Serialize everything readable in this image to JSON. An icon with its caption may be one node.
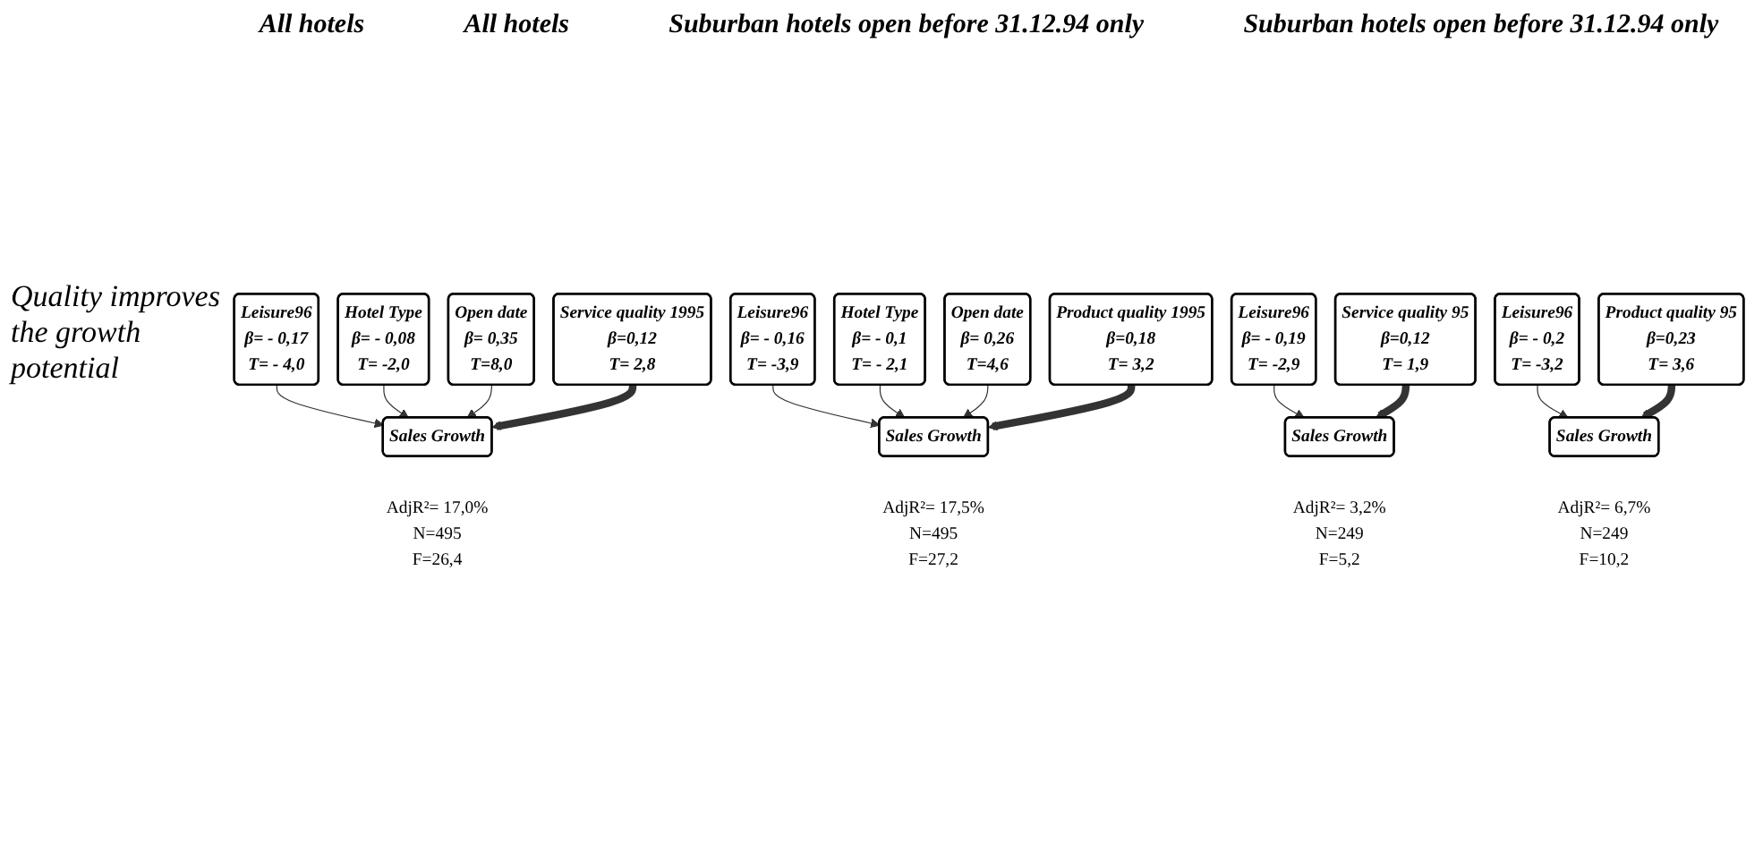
{
  "diagram": {
    "nodes": [
      {
        "text": [
          "Leisure96",
          "β= - 0,17",
          "T= - 4,0"
        ]
      },
      {
        "text": [
          "Hotel Type",
          "β=  - 0,08",
          "T= -2,0"
        ]
      },
      {
        "text": [
          "Open date",
          "β= 0,35",
          "T=8,0"
        ]
      },
      {
        "text": [
          "Service quality 1995",
          "β=0,12",
          "T= 2,8"
        ]
      },
      {
        "text": [
          "Sales Growth"
        ],
        "beside": [
          "AdjR²= 17,0%",
          "N=495",
          "F=26,4"
        ]
      },
      {
        "text": [
          "Leisure96",
          "β= - 0,16",
          "T= -3,9"
        ]
      },
      {
        "text": [
          "Hotel Type",
          "β= - 0,1",
          "T= - 2,1"
        ]
      },
      {
        "text": [
          "Open date",
          "β= 0,26",
          "T=4,6"
        ]
      },
      {
        "text": [
          "Product quality 1995",
          "β=0,18",
          "T= 3,2"
        ]
      },
      {
        "text": [
          "Sales Growth"
        ],
        "beside": [
          "AdjR²= 17,5%",
          "N=495",
          "F=27,2"
        ]
      },
      {
        "text": [
          "Leisure96",
          "β= - 0,19",
          "T= -2,9"
        ]
      },
      {
        "text": [
          "Service quality 95",
          "β=0,12",
          "T= 1,9"
        ]
      },
      {
        "text": [
          "Sales Growth"
        ],
        "beside": [
          "AdjR²= 3,2%",
          "N=249",
          "F=5,2"
        ]
      },
      {
        "text": [
          "Leisure96",
          "β= - 0,2",
          "T= -3,2"
        ]
      },
      {
        "text": [
          "Product quality 95",
          "β=0,23",
          "T= 3,6"
        ]
      },
      {
        "text": [
          "Sales Growth"
        ],
        "beside": [
          "AdjR²= 6,7%",
          "N=249",
          "F=10,2"
        ]
      }
    ],
    "edges": [
      {
        "from": 0,
        "to": 4,
        "arrow": "to"
      },
      {
        "from": 1,
        "to": 4,
        "arrow": "to"
      },
      {
        "from": 2,
        "to": 4,
        "arrow": "to"
      },
      {
        "from": 3,
        "to": 4,
        "arrow": "to",
        "style": "thick"
      },
      {
        "from": 5,
        "to": 9,
        "arrow": "to"
      },
      {
        "from": 6,
        "to": 9,
        "arrow": "to"
      },
      {
        "from": 7,
        "to": 9,
        "arrow": "to"
      },
      {
        "from": 8,
        "to": 9,
        "arrow": "to",
        "style": "thick"
      },
      {
        "from": 10,
        "to": 12,
        "arrow": "to"
      },
      {
        "from": 11,
        "to": 12,
        "arrow": "to",
        "style": "thick"
      },
      {
        "from": 13,
        "to": 15,
        "arrow": "to"
      },
      {
        "from": 14,
        "to": 15,
        "arrow": "to",
        "style": "thick"
      }
    ],
    "labels": [
      "Quality improves the growth potential",
      "All hotels",
      "All hotels",
      "Suburban hotels open before 31.12.94 only",
      "Suburban hotels open before 31.12.94 only"
    ]
  }
}
